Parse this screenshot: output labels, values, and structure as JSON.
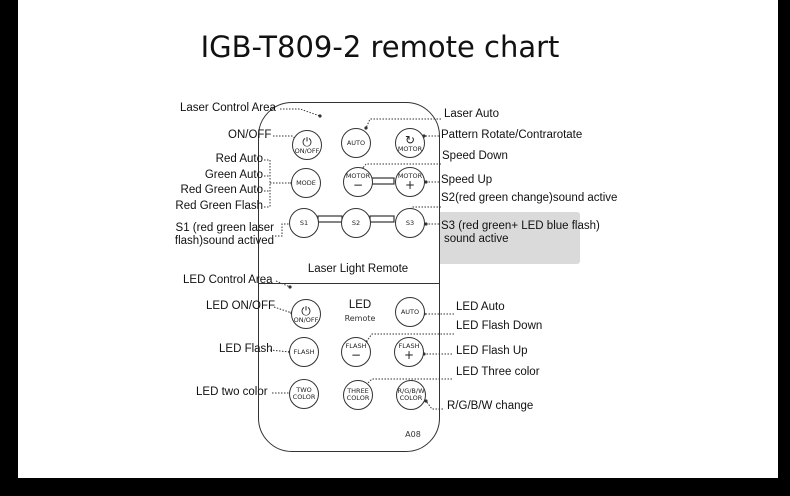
{
  "title": "IGB-T809-2 remote chart",
  "remote": {
    "laser_title": "Laser Light Remote",
    "led_title": "LED",
    "led_subtitle": "Remote",
    "model": "A08"
  },
  "buttons": {
    "onoff": "ON/OFF",
    "auto": "AUTO",
    "motor": "MOTOR",
    "mode": "MODE",
    "motor_down": "MOTOR",
    "motor_up": "MOTOR",
    "s1": "S1",
    "s2": "S2",
    "s3": "S3",
    "led_onoff": "ON/OFF",
    "led_auto": "AUTO",
    "flash": "FLASH",
    "flash_down": "FLASH",
    "flash_up": "FLASH",
    "two_color_1": "TWO",
    "two_color_2": "COLOR",
    "three_color_1": "THREE",
    "three_color_2": "COLOR",
    "rgbw_1": "R/G/B/W",
    "rgbw_2": "COLOR",
    "minus": "−",
    "plus": "+"
  },
  "labels_left": {
    "laser_control_area": "Laser Control Area",
    "on_off": "ON/OFF",
    "red_auto": "Red Auto",
    "green_auto": "Green Auto",
    "red_green_auto": "Red Green Auto",
    "red_green_flash": "Red Green Flash",
    "s1_line1": "S1 (red green laser",
    "s1_line2": "flash)sound actived",
    "led_control_area": "LED Control Area",
    "led_on_off": "LED ON/OFF",
    "led_flash": "LED Flash",
    "led_two_color": "LED two color"
  },
  "labels_right": {
    "laser_auto": "Laser Auto",
    "pattern_rotate": "Pattern Rotate/Contrarotate",
    "speed_down": "Speed Down",
    "speed_up": "Speed Up",
    "s2": "S2(red green change)sound active",
    "s3_line1": "S3 (red green+ LED blue flash)",
    "s3_line2": "sound active",
    "led_auto": "LED Auto",
    "led_flash_down": "LED Flash Down",
    "led_flash_up": "LED Flash Up",
    "led_three_color": "LED Three color",
    "rgbw_change": "R/G/B/W change"
  }
}
